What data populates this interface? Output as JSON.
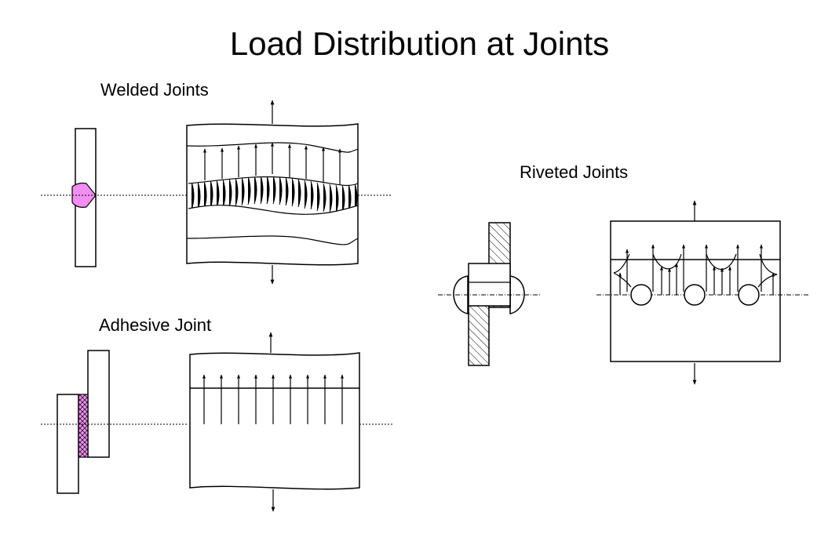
{
  "slide": {
    "title": "Load Distribution at Joints",
    "welded_label": "Welded Joints",
    "adhesive_label": "Adhesive Joint",
    "riveted_label": "Riveted Joints"
  },
  "colors": {
    "stroke": "#000000",
    "weld_fill": "#f28ef2",
    "adhesive_fill": "#f28ef2",
    "hatch": "#000000"
  }
}
